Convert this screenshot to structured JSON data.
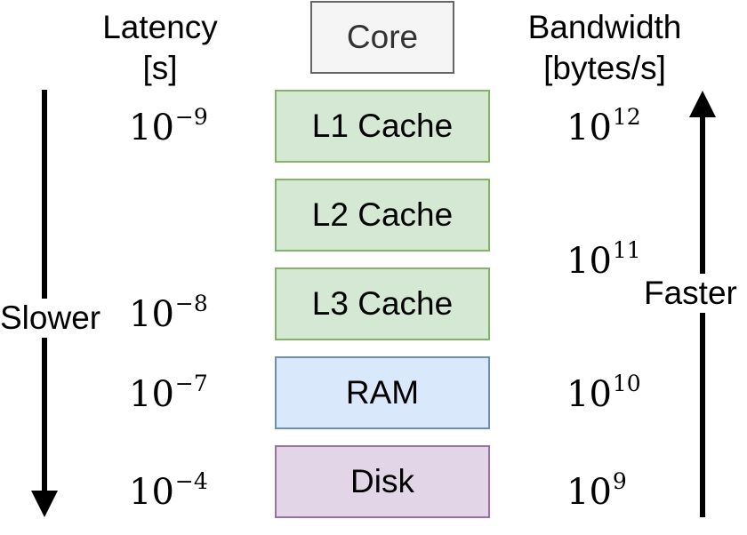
{
  "headers": {
    "latency_line1": "Latency",
    "latency_line2": "[s]",
    "bandwidth_line1": "Bandwidth",
    "bandwidth_line2": "[bytes/s]"
  },
  "boxes": {
    "core": "Core",
    "l1": "L1 Cache",
    "l2": "L2 Cache",
    "l3": "L3 Cache",
    "ram": "RAM",
    "disk": "Disk"
  },
  "latency": [
    {
      "base": "10",
      "exp": "−9"
    },
    {
      "base": "10",
      "exp": "−8"
    },
    {
      "base": "10",
      "exp": "−7"
    },
    {
      "base": "10",
      "exp": "−4"
    }
  ],
  "bandwidth": [
    {
      "base": "10",
      "exp": "12"
    },
    {
      "base": "10",
      "exp": "11"
    },
    {
      "base": "10",
      "exp": "10"
    },
    {
      "base": "10",
      "exp": "9"
    }
  ],
  "arrows": {
    "left_label": "Slower",
    "right_label": "Faster"
  },
  "colors": {
    "cache": "#d5e8d4",
    "ram": "#dae8fc",
    "disk": "#e1d5e7",
    "core": "#f5f5f5"
  }
}
